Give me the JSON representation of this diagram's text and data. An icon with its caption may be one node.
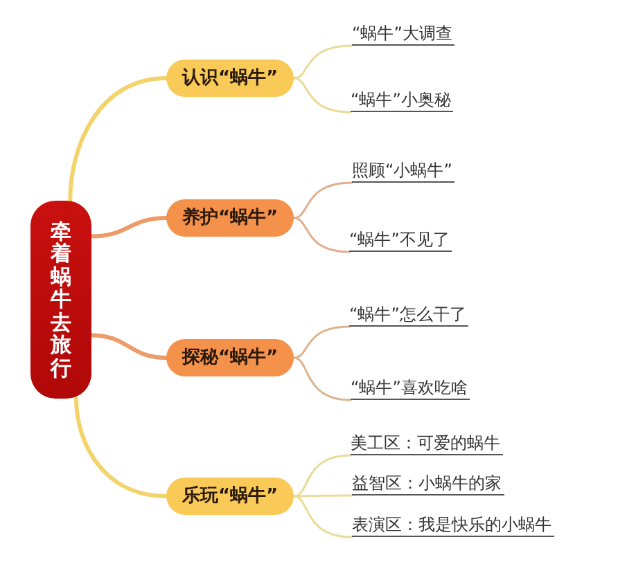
{
  "diagram": {
    "nodes": [
      {
        "text": [
          "牵着蜗牛去旅行"
        ]
      },
      {
        "text": [
          "认识“蜗牛”"
        ]
      },
      {
        "text": [
          "“蜗牛”大调查"
        ]
      },
      {
        "text": [
          "“蜗牛”小奥秘"
        ]
      },
      {
        "text": [
          "养护“蜗牛”"
        ]
      },
      {
        "text": [
          "照顾“小蜗牛”"
        ]
      },
      {
        "text": [
          "“蜗牛”不见了"
        ]
      },
      {
        "text": [
          "探秘“蜗牛”"
        ]
      },
      {
        "text": [
          "“蜗牛”怎么干了"
        ]
      },
      {
        "text": [
          "“蜗牛”喜欢吃啥"
        ]
      },
      {
        "text": [
          "乐玩“蜗牛”"
        ]
      },
      {
        "text": [
          "美工区：可爱的蜗牛"
        ]
      },
      {
        "text": [
          "益智区：小蜗牛的家"
        ]
      },
      {
        "text": [
          "表演区：我是快乐的小蜗牛"
        ]
      }
    ],
    "edges": [
      {
        "from": 0,
        "to": 1,
        "arrow": "none",
        "style": "thick",
        "color": "#f3d36b"
      },
      {
        "from": 1,
        "to": 2,
        "arrow": "none",
        "color": "#e9dc98"
      },
      {
        "from": 1,
        "to": 3,
        "arrow": "none",
        "color": "#e9dc98"
      },
      {
        "from": 0,
        "to": 4,
        "arrow": "none",
        "style": "thick",
        "color": "#ee9b6a"
      },
      {
        "from": 4,
        "to": 5,
        "arrow": "none",
        "color": "#e2ae8e"
      },
      {
        "from": 4,
        "to": 6,
        "arrow": "none",
        "color": "#e2ae8e"
      },
      {
        "from": 0,
        "to": 7,
        "arrow": "none",
        "style": "thick",
        "color": "#ee9b6a"
      },
      {
        "from": 7,
        "to": 8,
        "arrow": "none",
        "color": "#dcb48f"
      },
      {
        "from": 7,
        "to": 9,
        "arrow": "none",
        "color": "#dcb48f"
      },
      {
        "from": 0,
        "to": 10,
        "arrow": "none",
        "style": "thick",
        "color": "#f3d36b"
      },
      {
        "from": 10,
        "to": 11,
        "arrow": "none",
        "color": "#e9dc98"
      },
      {
        "from": 10,
        "to": 12,
        "arrow": "none",
        "color": "#e9dc98"
      },
      {
        "from": 10,
        "to": 13,
        "arrow": "none",
        "color": "#e9dc98"
      }
    ]
  }
}
